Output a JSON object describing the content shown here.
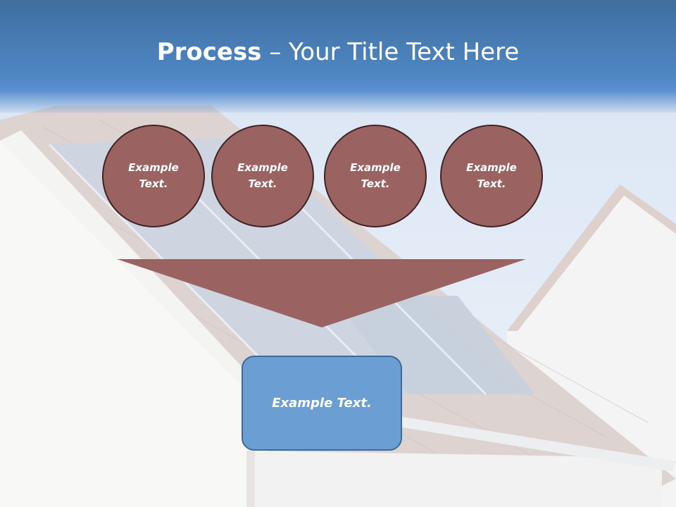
{
  "slide": {
    "title_bold": "Process",
    "title_rest": " – Your Title Text Here"
  },
  "circles": [
    {
      "text": "Example Text."
    },
    {
      "text": "Example Text."
    },
    {
      "text": "Example Text."
    },
    {
      "text": "Example Text."
    }
  ],
  "result": {
    "text": "Example Text."
  },
  "colors": {
    "title_band": "#4f87c4",
    "circle_fill": "#9a6361",
    "circle_border": "#3e2424",
    "funnel_fill": "#9a6361",
    "result_fill": "#6b9ed3",
    "result_border": "#3d6a9b"
  }
}
